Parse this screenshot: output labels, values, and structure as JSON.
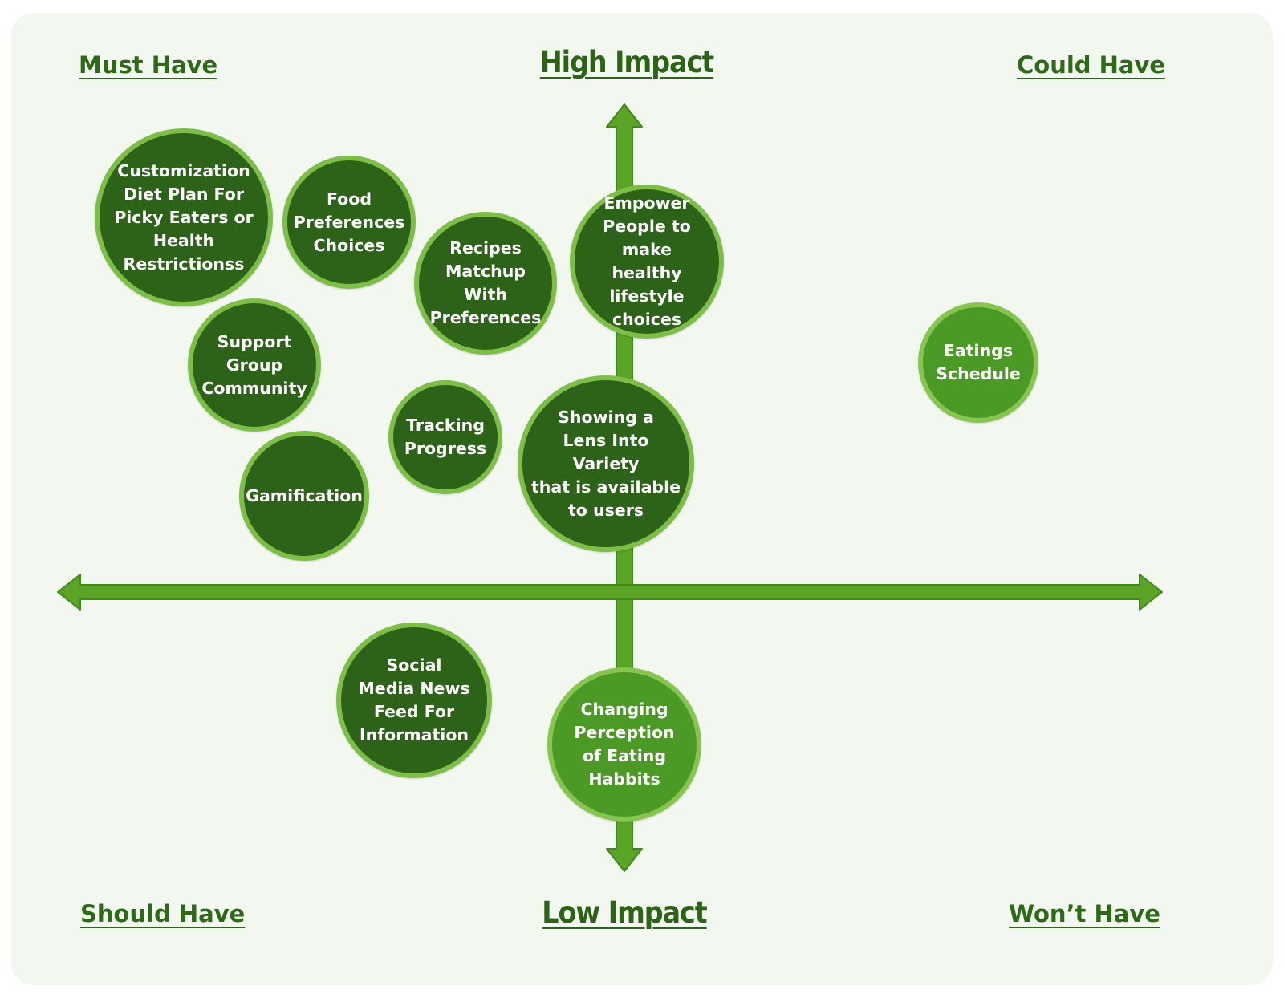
{
  "axes": {
    "top": "High Impact",
    "bottom": "Low Impact"
  },
  "quadrants": {
    "top_left": "Must Have",
    "top_right": "Could Have",
    "bottom_left": "Should Have",
    "bottom_right": "Won’t Have"
  },
  "bubbles": [
    {
      "id": "customization",
      "text": "Customization\nDiet Plan For\nPicky Eaters or\nHealth\nRestrictionss",
      "tone": "dark"
    },
    {
      "id": "food-preferences",
      "text": "Food\nPreferences\nChoices",
      "tone": "dark"
    },
    {
      "id": "recipes",
      "text": "Recipes\nMatchup With\nPreferences",
      "tone": "dark"
    },
    {
      "id": "empower",
      "text": "Empower\nPeople to make\nhealthy lifestyle\nchoices",
      "tone": "dark"
    },
    {
      "id": "support-group",
      "text": "Support\nGroup\nCommunity",
      "tone": "dark"
    },
    {
      "id": "tracking",
      "text": "Tracking\nProgress",
      "tone": "dark"
    },
    {
      "id": "showing-lens",
      "text": "Showing a\nLens Into Variety\nthat is available\nto users",
      "tone": "dark"
    },
    {
      "id": "gamification",
      "text": "Gamification",
      "tone": "dark"
    },
    {
      "id": "eatings-schedule",
      "text": "Eatings\nSchedule",
      "tone": "light"
    },
    {
      "id": "social-media",
      "text": "Social\nMedia News\nFeed For\nInformation",
      "tone": "dark"
    },
    {
      "id": "changing-perception",
      "text": "Changing\nPerception\nof Eating\nHabbits",
      "tone": "light"
    }
  ],
  "colors": {
    "background": "#f2f7f0",
    "arrow": "#5aa526",
    "arrow_outline": "#3f8a18",
    "bubble_dark": "#2d6319",
    "bubble_light": "#4c9a26",
    "bubble_ring": "#7dbf45",
    "label": "#2d6a17"
  }
}
